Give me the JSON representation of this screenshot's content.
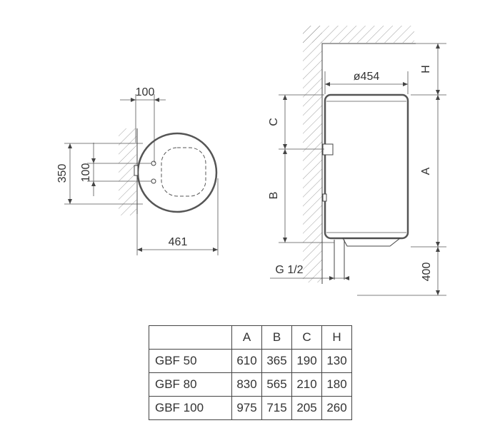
{
  "top_view": {
    "dim_tap_spacing": "100",
    "dim_height": "350",
    "dim_inner_spacing": "100",
    "dim_width": "461"
  },
  "side_view": {
    "diameter": "ø454",
    "dim_h": "H",
    "dim_c": "C",
    "dim_a": "A",
    "dim_b": "B",
    "pipe": "G 1/2",
    "dim_floor": "400"
  },
  "table": {
    "headers": [
      "",
      "A",
      "B",
      "C",
      "H"
    ],
    "rows": [
      {
        "model": "GBF 50",
        "a": "610",
        "b": "365",
        "c": "190",
        "h": "130"
      },
      {
        "model": "GBF 80",
        "a": "830",
        "b": "565",
        "c": "210",
        "h": "180"
      },
      {
        "model": "GBF 100",
        "a": "975",
        "b": "715",
        "c": "205",
        "h": "260"
      }
    ]
  }
}
